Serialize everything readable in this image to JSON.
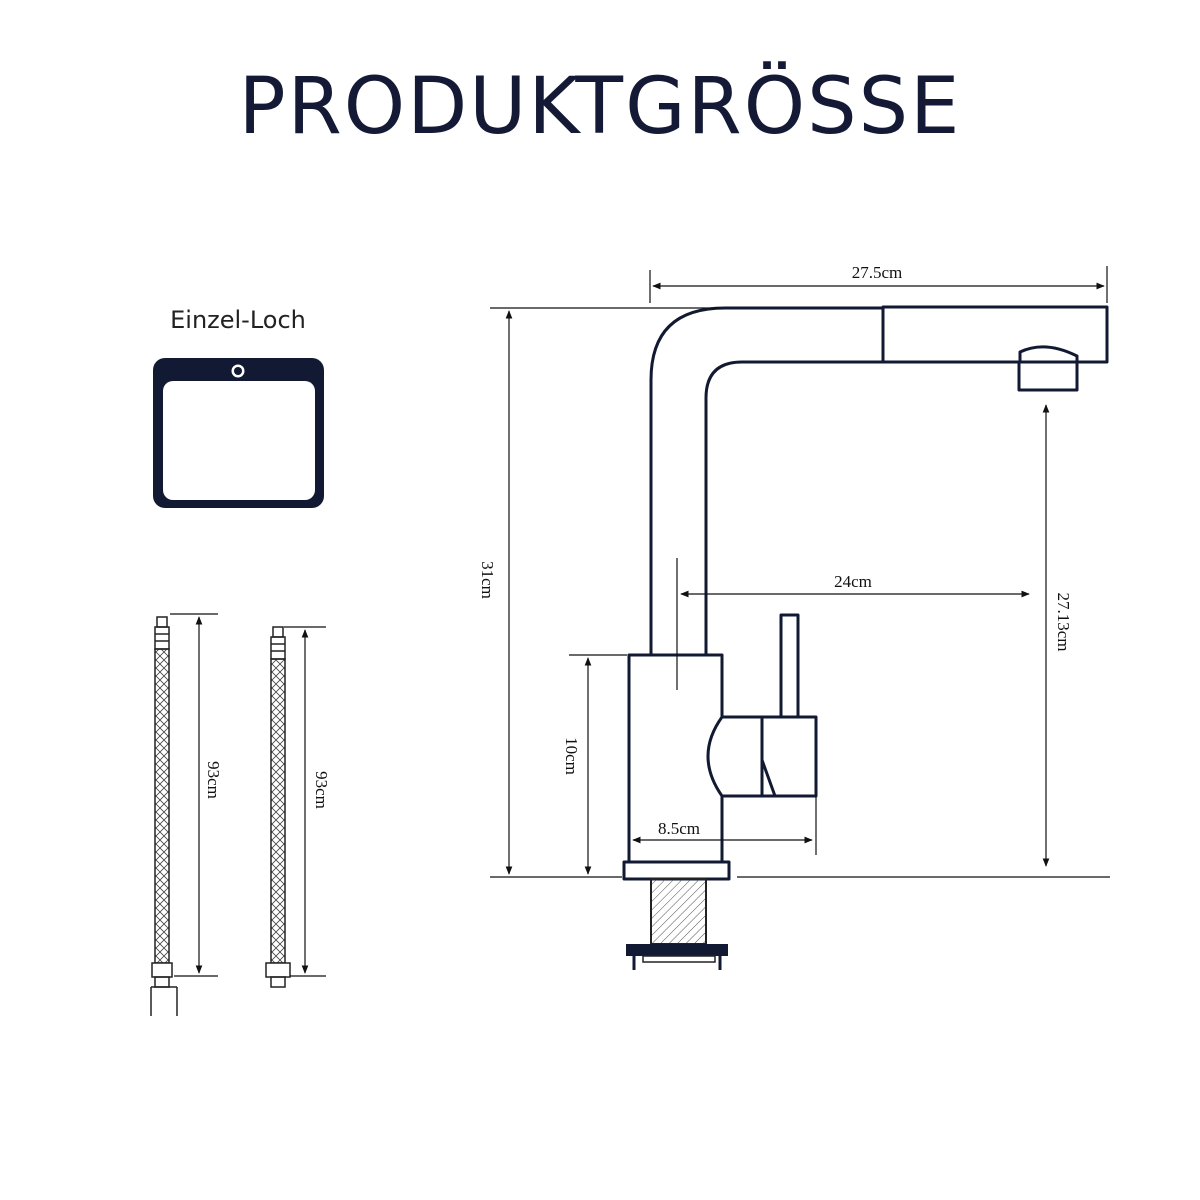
{
  "title": "PRODUKTGRÖSSE",
  "sink": {
    "label": "Einzel-Loch"
  },
  "dimensions": {
    "total_length": "27.5cm",
    "total_height": "31cm",
    "spout_height": "27.13cm",
    "reach": "24cm",
    "body_height": "10cm",
    "base_width": "8.5cm",
    "hose_1_length": "93cm",
    "hose_2_length": "93cm"
  },
  "colors": {
    "ink": "#121a33",
    "line": "#111111"
  }
}
